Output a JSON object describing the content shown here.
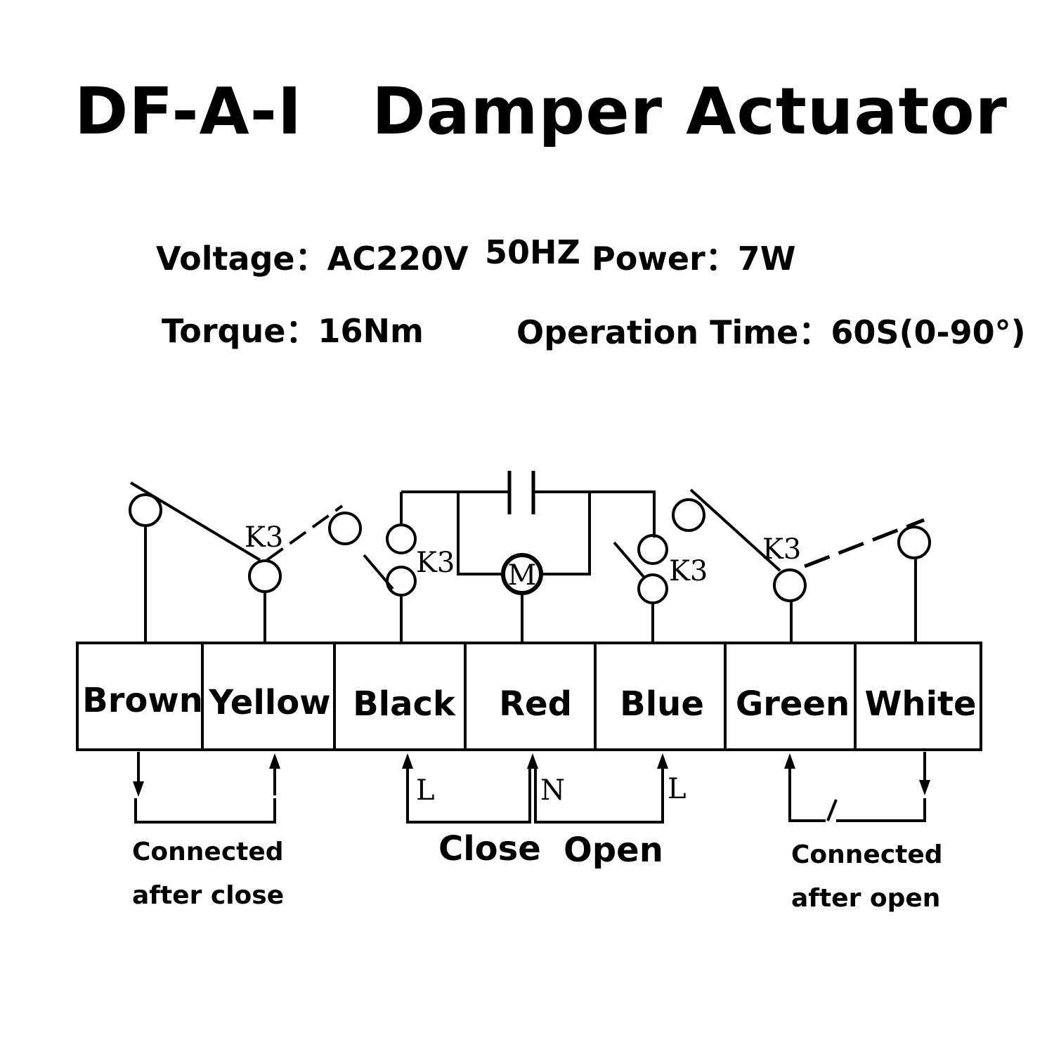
{
  "title": "DF-A-I   Damper Actuator",
  "specs": {
    "voltage": "Voltage：AC220V",
    "frequency": "50HZ",
    "power": "Power：7W",
    "torque": "Torque：16Nm",
    "operation_time": "Operation Time：60S(0-90°)"
  },
  "terminals": [
    "Brown",
    "Yellow",
    "Black",
    "Red",
    "Blue",
    "Green",
    "White"
  ],
  "switch_labels": {
    "left": "K3",
    "black": "K3",
    "blue": "K3",
    "right": "K3"
  },
  "motor_label": "M",
  "line_labels": {
    "black": "L",
    "red": "N",
    "blue": "L"
  },
  "notes": {
    "close": "Close",
    "open": "Open",
    "left_line1": "Connected",
    "left_line2": "after close",
    "right_line1": "Connected",
    "right_line2": "after open"
  }
}
